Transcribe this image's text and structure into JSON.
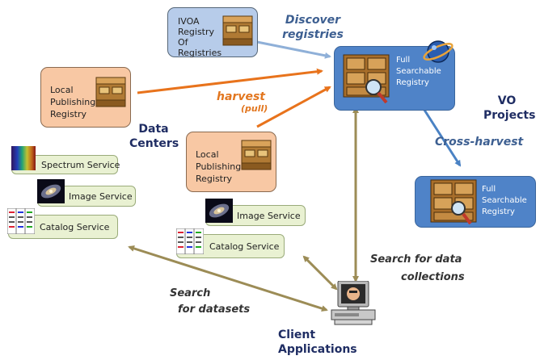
{
  "registries": {
    "ivoa": "IVOA Registry Of Registries",
    "local_publishing_1": "Local Publishing Registry",
    "local_publishing_2": "Local Publishing Registry",
    "full_searchable_1": "Full Searchable Registry",
    "full_searchable_2": "Full Searchable Registry"
  },
  "services": {
    "spectrum": "Spectrum Service",
    "image_left": "Image Service",
    "catalog_left": "Catalog Service",
    "image_mid": "Image Service",
    "catalog_mid": "Catalog Service"
  },
  "labels": {
    "discover_registries": "Discover registries",
    "harvest": "harvest",
    "pull": "(pull)",
    "cross_harvest": "Cross-harvest",
    "data_centers": "Data Centers",
    "vo_projects": "VO Projects",
    "search_collections_1": "Search for data",
    "search_collections_2": "collections",
    "search_datasets_1": "Search",
    "search_datasets_2": "for datasets",
    "client_applications": "Client Applications"
  },
  "colors": {
    "orange_box": "#f8c8a4",
    "blue_box": "#4f83c8",
    "light_blue_box": "#b7ccea",
    "service_box": "#e9f1d2",
    "harvest_arrow": "#e8731c",
    "olive_arrow": "#9c8c56",
    "discover_arrow": "#8fb0d8",
    "cross_harvest_arrow": "#4a82c4"
  },
  "icons": [
    "drawer-cabinet-icon",
    "galaxy-icon",
    "spectrum-icon",
    "catalog-table-icon",
    "magnifier-icon",
    "vo-globe-logo",
    "computer-terminal-icon"
  ]
}
